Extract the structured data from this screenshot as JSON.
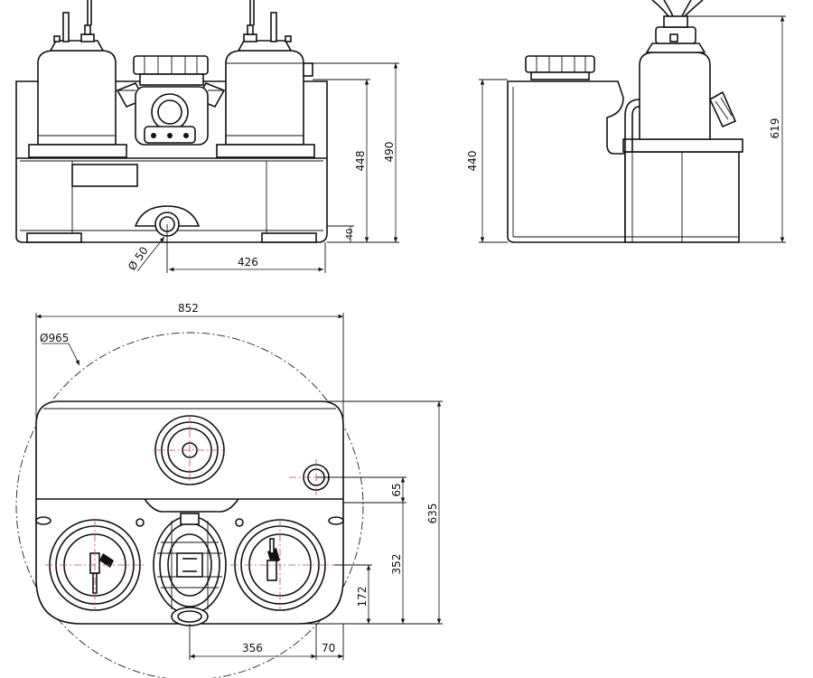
{
  "dimensions": {
    "front": {
      "width_426": "426",
      "height_448": "448",
      "height_490": "490",
      "base_40": "40",
      "inlet_dia": "Ø 50"
    },
    "side": {
      "height_440": "440",
      "height_619": "619"
    },
    "top": {
      "width_852": "852",
      "circle_dia": "Ø965",
      "depth_635": "635",
      "offset_65": "65",
      "offset_352": "352",
      "offset_172": "172",
      "spacing_356": "356",
      "offset_70": "70"
    }
  }
}
